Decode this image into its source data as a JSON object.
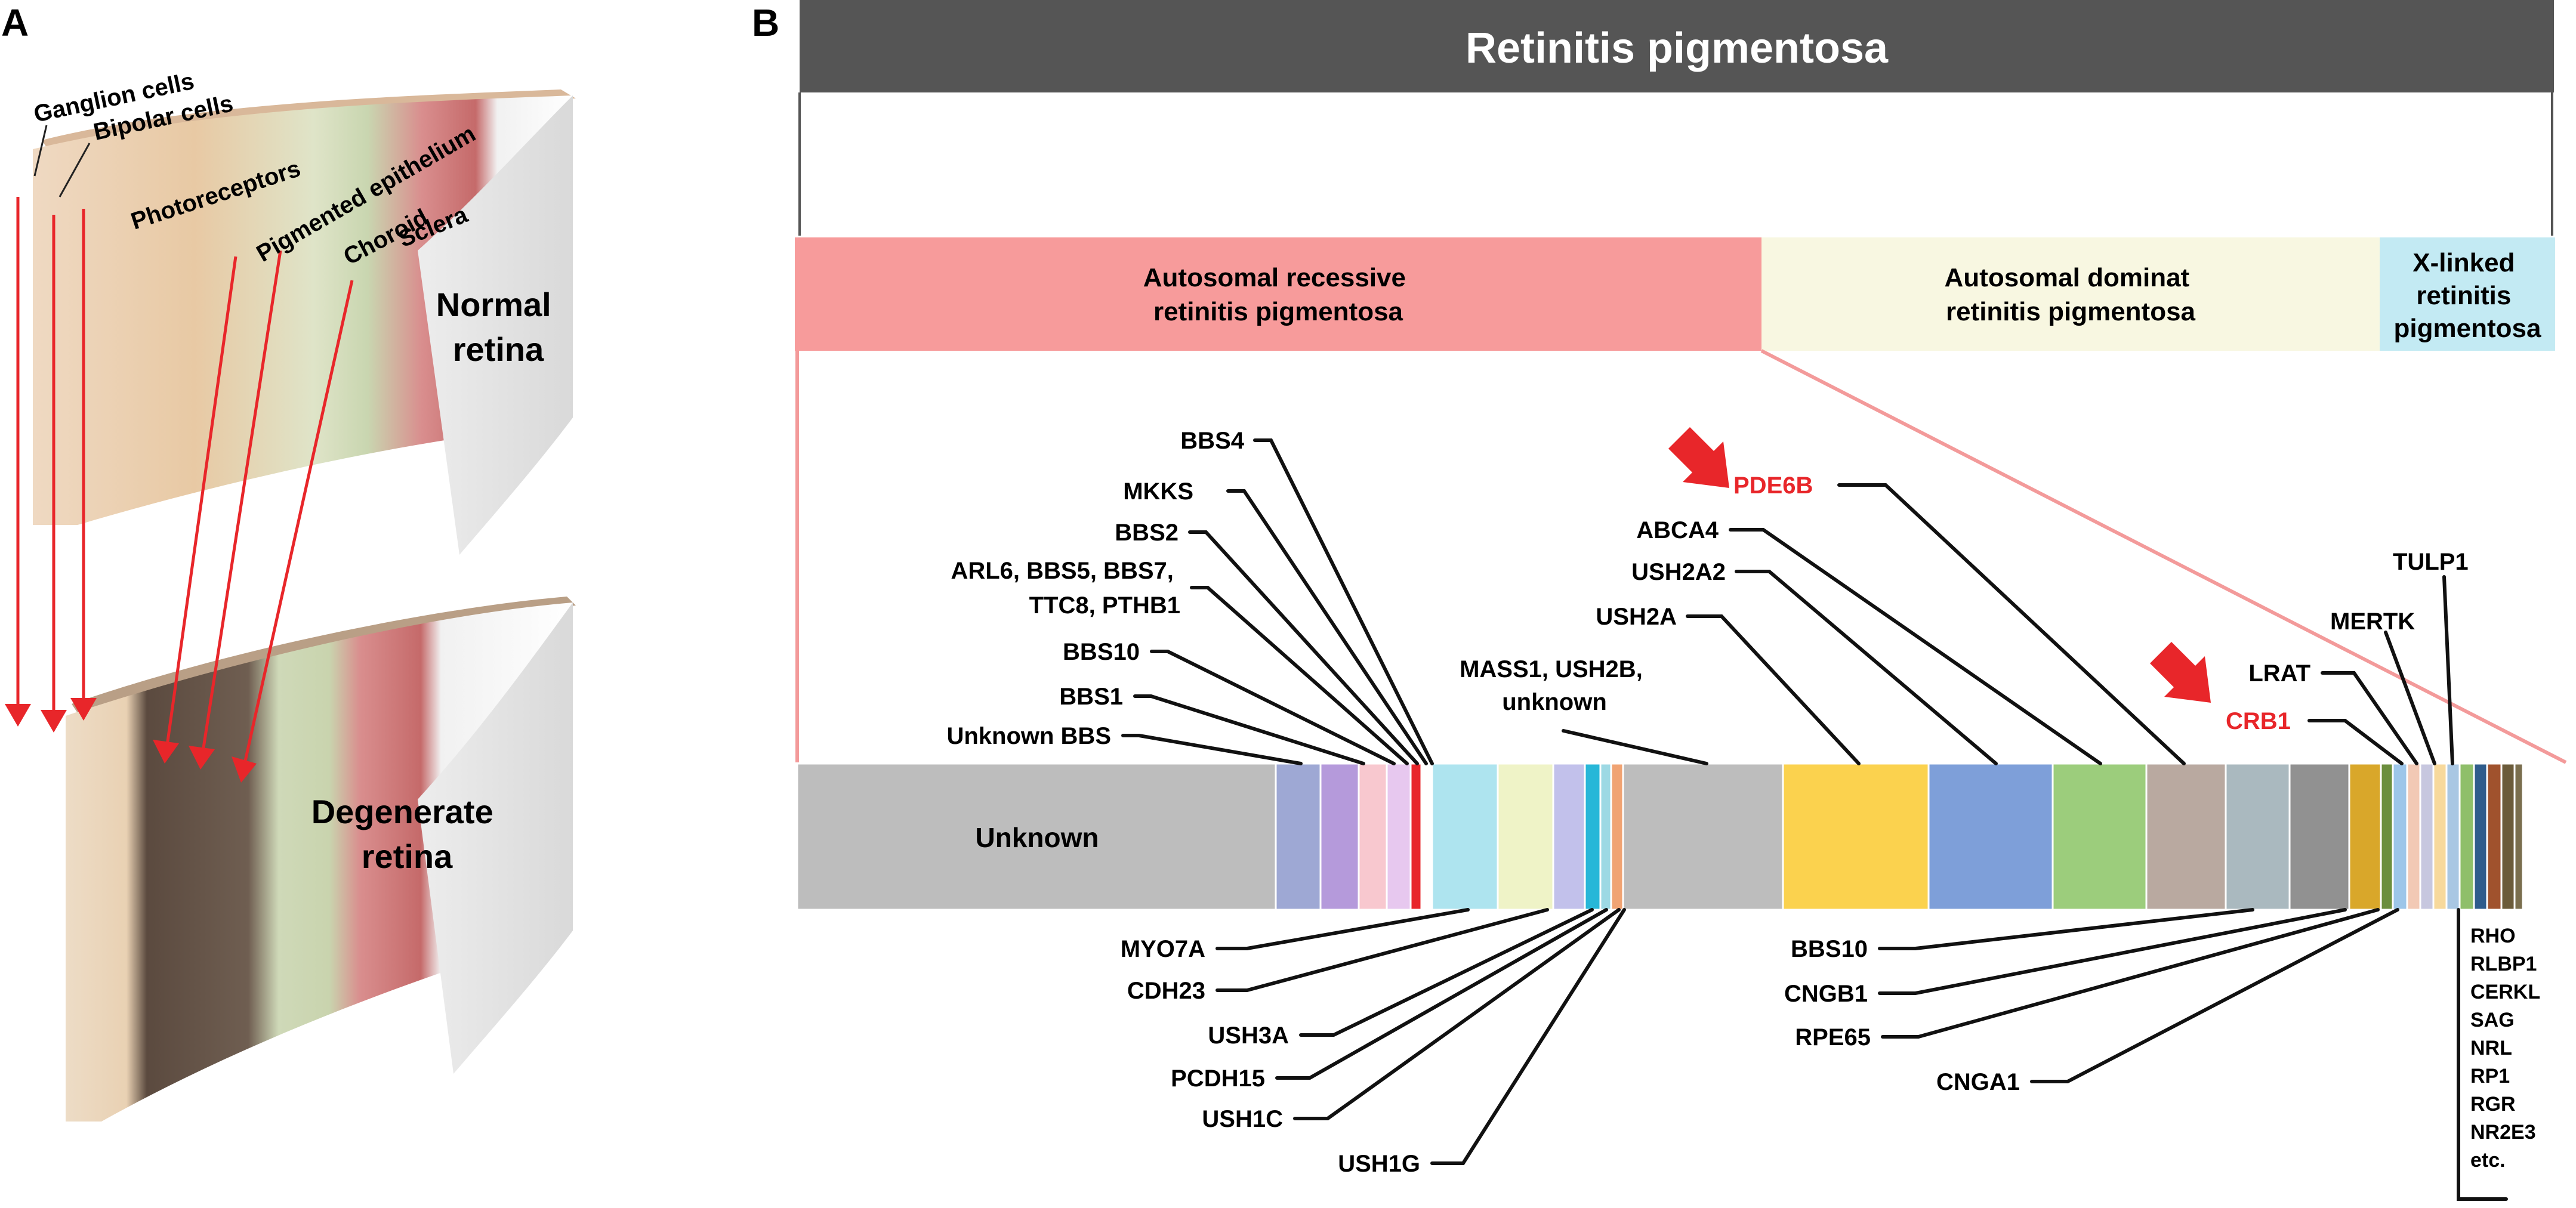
{
  "panel_a": {
    "letter": "A",
    "layer_labels": [
      "Ganglion cells",
      "Bipolar cells",
      "Photoreceptors",
      "Pigmented epithelium",
      "Choroid",
      "Sclera"
    ],
    "normal_label": [
      "Normal",
      "retina"
    ],
    "degenerate_label": [
      "Degenerate",
      "retina"
    ]
  },
  "panel_b": {
    "letter": "B",
    "title": "Retinitis pigmentosa",
    "inheritance": [
      {
        "lines": [
          "Autosomal recessive",
          "retinitis pigmentosa"
        ],
        "color": "#f79b9b"
      },
      {
        "lines": [
          "Autosomal dominat",
          "retinitis pigmentosa"
        ],
        "color": "#f8f7e1"
      },
      {
        "lines": [
          "X-linked",
          "retinitis",
          "pigmentosa"
        ],
        "color": "#c3eaf3"
      }
    ],
    "bar_center_label": "Unknown",
    "highlight_color": "#e8262a",
    "segment_colors": [
      "#bdbdbd",
      "#9ea8d4",
      "#b59adb",
      "#f8c8cf",
      "#e7c8ef",
      "#e8262a",
      "#ffffff",
      "#aee4ef",
      "#eff3c7",
      "#c2c1eb",
      "#27b7d8",
      "#9dd9e4",
      "#f0a373",
      "#bdbdbd",
      "#fbd24e",
      "#7e9fd9",
      "#9ccd7c",
      "#b9a9a0",
      "#aab9bf",
      "#919191",
      "#d9a72a",
      "#6b8e3d",
      "#9dc6e9",
      "#f2c9b5",
      "#c7c7df",
      "#f7d99c",
      "#a9c7e3",
      "#8fbf6a",
      "#2f5c8c",
      "#a0522d",
      "#6b5b3a",
      "#7a6e4e"
    ],
    "top_labels": [
      {
        "text": "BBS4",
        "color": "#000000"
      },
      {
        "text": "MKKS",
        "color": "#000000"
      },
      {
        "text": "BBS2",
        "color": "#000000"
      },
      {
        "lines": [
          "ARL6, BBS5, BBS7,",
          "TTC8, PTHB1"
        ],
        "color": "#000000"
      },
      {
        "text": "BBS10",
        "color": "#000000"
      },
      {
        "text": "BBS1",
        "color": "#000000"
      },
      {
        "text": "Unknown BBS",
        "color": "#000000"
      },
      {
        "lines": [
          "MASS1, USH2B,",
          "unknown"
        ],
        "color": "#000000"
      },
      {
        "text": "PDE6B",
        "color": "#e8262a"
      },
      {
        "text": "ABCA4",
        "color": "#000000"
      },
      {
        "text": "USH2A2",
        "color": "#000000"
      },
      {
        "text": "USH2A",
        "color": "#000000"
      },
      {
        "text": "CRB1",
        "color": "#e8262a"
      },
      {
        "text": "LRAT",
        "color": "#000000"
      },
      {
        "text": "MERTK",
        "color": "#000000"
      },
      {
        "text": "TULP1",
        "color": "#000000"
      }
    ],
    "bottom_labels": [
      "MYO7A",
      "CDH23",
      "USH3A",
      "PCDH15",
      "USH1C",
      "USH1G",
      "BBS10",
      "CNGB1",
      "RPE65",
      "CNGA1"
    ],
    "other_genes": [
      "RHO",
      "RLBP1",
      "CERKL",
      "SAG",
      "NRL",
      "RP1",
      "RGR",
      "NR2E3",
      "etc."
    ]
  }
}
